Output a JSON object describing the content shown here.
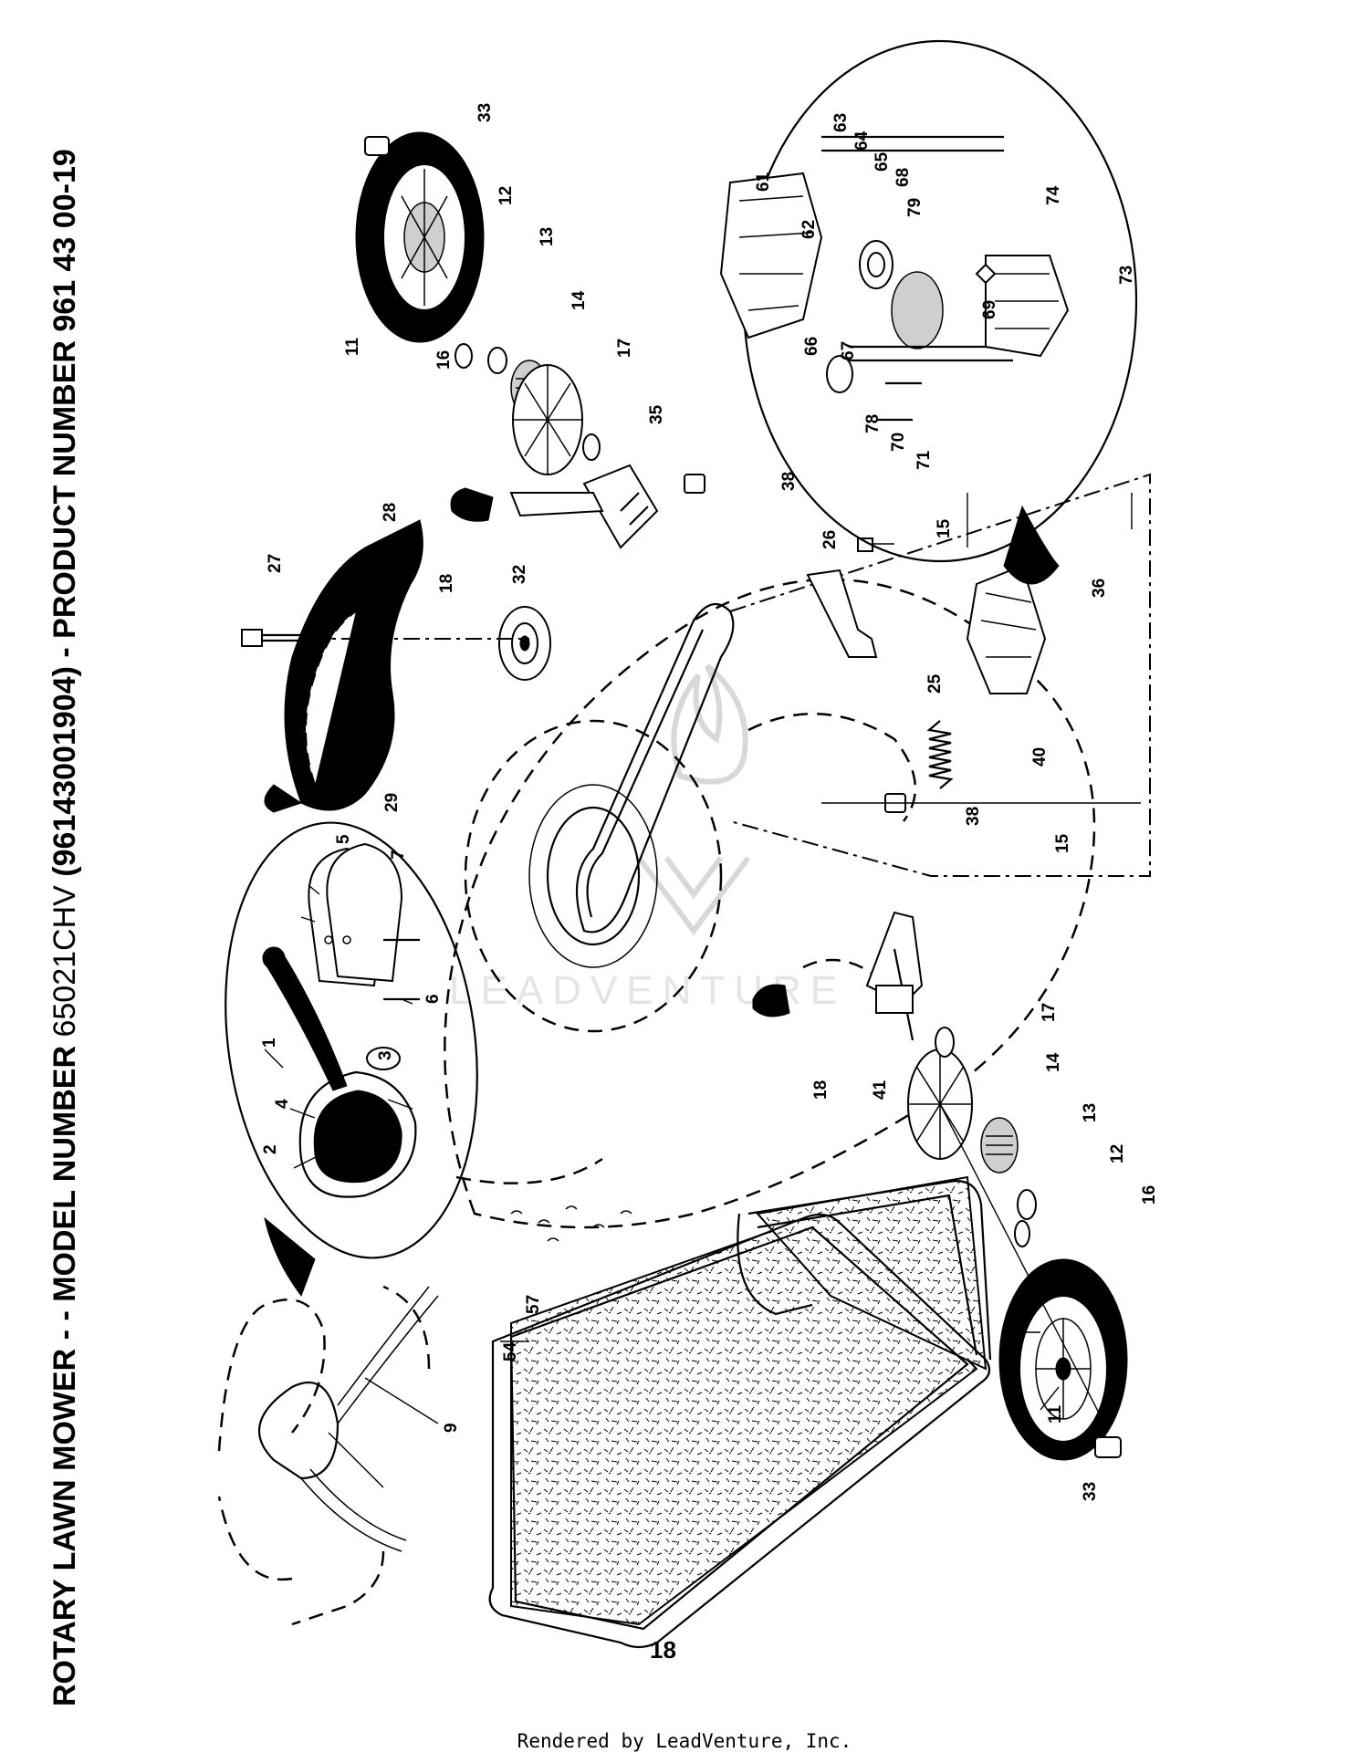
{
  "header": {
    "title_part1": "ROTARY LAWN MOWER - - MODEL NUMBER",
    "model": "65021CHV",
    "model_code": "(96143001904)",
    "title_part2": "- PRODUCT NUMBER 961 43 00-19"
  },
  "page_number": "18",
  "footer": "Rendered by LeadVenture, Inc.",
  "watermark": "LEADVENTURE",
  "callouts": [
    "1",
    "2",
    "3",
    "4",
    "5",
    "6",
    "7",
    "9",
    "11",
    "11",
    "12",
    "12",
    "13",
    "13",
    "14",
    "14",
    "15",
    "15",
    "16",
    "16",
    "17",
    "17",
    "18",
    "18",
    "25",
    "26",
    "27",
    "28",
    "29",
    "32",
    "33",
    "33",
    "35",
    "36",
    "38",
    "38",
    "40",
    "41",
    "54",
    "57",
    "61",
    "62",
    "63",
    "64",
    "65",
    "66",
    "67",
    "68",
    "69",
    "70",
    "71",
    "73",
    "74",
    "78",
    "79"
  ]
}
